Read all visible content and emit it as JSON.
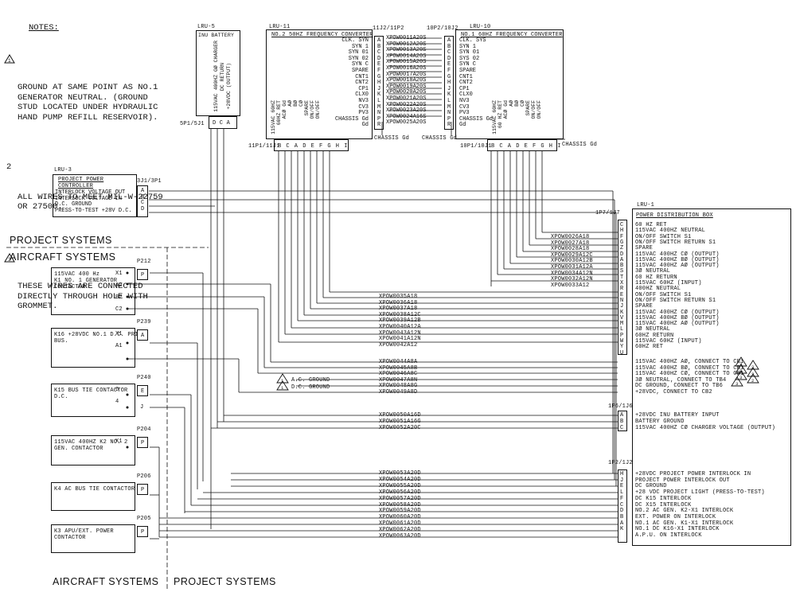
{
  "notes": {
    "title": "NOTES:",
    "items": [
      "GROUND AT SAME POINT AS NO.1\nGENERATOR NEUTRAL. (GROUND\nSTUD LOCATED UNDER HYDRAULIC\nHAND PUMP REFILL RESERVOIR).",
      "ALL WIRES TO MEET MIL-W-22759\nOR 27500.",
      "THESE WIRES ARE CONNECTED\nDIRECTLY THROUGH HOLE WITH\nGROMMET."
    ],
    "markers": [
      "1",
      "2",
      "3"
    ]
  },
  "systems": {
    "project": "PROJECT SYSTEMS",
    "aircraft": "AIRCRAFT SYSTEMS",
    "bottom_aircraft": "AIRCRAFT SYSTEMS",
    "bottom_project": "PROJECT SYSTEMS"
  },
  "lru5": {
    "id": "LRU-5",
    "title": "INU BATTERY",
    "inner": [
      "115VAC 400HZ GØ CHARGER",
      "DC RETURN",
      "+28VDC (OUTPUT)"
    ],
    "conn": "5P1/5J1",
    "pins": "D C A"
  },
  "lru11": {
    "id": "LRU-11",
    "title": "NO.2 50HZ FREQUENCY CONVERTER",
    "conn_top": "11J2/11P2",
    "conn_bot": "11P1/11J1",
    "pins_bot": "B C A D E F G H I",
    "signals": [
      "CLK. SYN",
      "SYN 1",
      "SYN 01",
      "SYN 02",
      "SYN C",
      "SPARE",
      "CNT1",
      "CNT2",
      "CP1",
      "CLX0",
      "NV3",
      "CV3",
      "PV3",
      "CHASSIS Gd",
      "Gd"
    ],
    "pin_letters": [
      "A",
      "B",
      "C",
      "D",
      "E",
      "F",
      "G",
      "H",
      "J",
      "K",
      "L",
      "M",
      "N",
      "P",
      "R"
    ],
    "wires": [
      "XPOW0011A20S",
      "XPOW0012A20S",
      "XPOW0013A20S",
      "XPOW0014A20S",
      "XPOW0015A20S",
      "XPOW0016A20S",
      "XPOW0017A20S",
      "XPOW0018A20S",
      "XPOW0019A20S",
      "XPOW0020A20S",
      "XPOW0021A20S",
      "XPOW0022A20S",
      "XPOW0023A20S",
      "XPOW0024A16S",
      "XPOW0025A20S"
    ],
    "vlabels": [
      "115VAC 60HZ",
      "60HZ RET",
      "ACØ Gd",
      "AØ",
      "BØ",
      "CØ",
      "SPARE",
      "ON/OFF",
      "ON/OFF"
    ],
    "chassis": "CHASSIS Gd"
  },
  "lru10": {
    "id": "LRU-10",
    "title": "NO.1 60HZ FREQUENCY CONVERTER",
    "conn_top": "10P2/10J2",
    "conn_bot": "10P1/10J1",
    "pins_bot": "B C A D E F G H I",
    "signals": [
      "CLK. SYS",
      "SYN 1",
      "SYN 01",
      "SYS 02",
      "SYN C",
      "SPARE",
      "CNT1",
      "CNT2",
      "CP1",
      "CLX0",
      "NV3",
      "CV3",
      "PV3",
      "CHASSIS Gd",
      "Gd"
    ],
    "vlabels": [
      "115VAC 60HZ",
      "60 HZ RET",
      "ACØ Gd",
      "AØ",
      "BØ",
      "CØ",
      "SPARE",
      "ON/OFF",
      "ON/OFF"
    ],
    "chassis": "CHASSIS Gd",
    "chassis_mid": "CHASSIS Gd"
  },
  "lru3": {
    "id": "LRU-3",
    "title": "PROJECT POWER\nCONTROLLER",
    "conn": "3J1/3P1",
    "rows": [
      "INTERLOCK VOLTAGE OUT",
      "INTERLOCK VOLTAGE IN",
      "D.C. GROUND",
      "PRESS-TO-TEST +28V D.C."
    ],
    "pins": [
      "A",
      "B",
      "C",
      "D"
    ]
  },
  "lru1": {
    "id": "LRU-1",
    "title": "POWER DISTRIBUTION BOX",
    "conn7": "1P7/1J7",
    "conn6": "1P6/1J6",
    "conn2": "1P2/1J2",
    "group7": {
      "pins": [
        "C",
        "H",
        "F",
        "G",
        "Z",
        "D",
        "A",
        "B",
        "S",
        "T",
        "X",
        "R",
        "E",
        "N",
        "J",
        "K",
        "V",
        "M",
        "L",
        "P",
        "W",
        "Y",
        "U"
      ],
      "labels": [
        "60 HZ RET",
        "115VAC 400HZ NEUTRAL",
        "ON/OFF SWITCH S1",
        "ON/OFF SWITCH RETURN S1",
        "SPARE",
        "115VAC 400HZ CØ (OUTPUT)",
        "115VAC 400HZ BØ (OUTPUT)",
        "115VAC 400HZ AØ (OUTPUT)",
        "3Ø NEUTRAL",
        "60 HZ RETURN",
        "115VAC 60HZ (INPUT)",
        "400HZ NEUTRAL",
        "ON/OFF SWITCH S1",
        "ON/OFF SWITCH RETURN S1",
        "SPARE",
        "115VAC 400HZ CØ (OUTPUT)",
        "115VAC 400HZ BØ (OUTPUT)",
        "115VAC 400HZ AØ (OUTPUT)",
        "3Ø NEUTRAL",
        "60HZ RETURN",
        "115VAC 60HZ (INPUT)",
        "60HZ RET"
      ],
      "wires": [
        "XPOW0026A18",
        "XPOW0027A18",
        "XPOW0028A18",
        "XPOW0029A12C",
        "XPOW0030A12B",
        "XPOW0031A12A",
        "XPOW0034A12N",
        "XPOW0032A12N",
        "XPOW0033A12"
      ],
      "wires_b": [
        "XPOW0035A18",
        "XPOW0036A18",
        "XPOW0037A18",
        "XPOW0038A12C",
        "XPOW0039A12B",
        "XPOW0040A12A",
        "XPOW0043A12N",
        "XPOW0041A12N",
        "XPOW0042A12"
      ]
    },
    "cb_rows": [
      "115VAC 400HZ AØ, CONNECT TO CB1",
      "115VAC 400HZ BØ, CONNECT TO CB1",
      "115VAC 400HZ CØ, CONNECT TO CB1",
      "3Ø NEUTRAL, CONNECT TO TB4",
      "DC GROUND, CONNECT TO TB6",
      "+28VDC, CONNECT TO CB2"
    ],
    "cb_wires": [
      "XPOW0044A8A",
      "XPOW0045A8B",
      "XPOW0046A8C",
      "XPOW0047A8N",
      "XPOW0048A8G",
      "XPOW0049A8D"
    ],
    "gnd_labels": [
      "A.C. GROUND",
      "D.C. GROUND"
    ],
    "group6": {
      "pins": [
        "A",
        "B",
        "C"
      ],
      "labels": [
        "+28VDC INU BATTERY INPUT",
        "BATTERY GROUND",
        "115VAC 400HZ CØ CHARGER VOLTAGE (OUTPUT)"
      ],
      "wires": [
        "XPOW0050A16D",
        "XPOW0051A16G",
        "XPOW0052A20C"
      ]
    },
    "group2": {
      "pins": [
        "H",
        "J",
        "E",
        "L",
        "F",
        "C",
        "D",
        "B",
        "A",
        "K"
      ],
      "labels": [
        "+28VDC PROJECT POWER INTERLOCK IN",
        "PROJECT POWER INTERLOCK OUT",
        "DC GROUND",
        "+28 VDC PROJECT LIGHT (PRESS-TO-TEST)",
        "DC K15 INTERLOCK",
        "DC X15 INTERLOCK",
        "NO.2 AC GEN. K2-X1 INTERLOCK",
        "EXT. POWER ON INTERLOCK",
        "NO.1 AC GEN. K1-X1 INTERLOCK",
        "NO.1 DC K16-X1 INTERLOCK",
        "A.P.U. ON INTERLOCK"
      ],
      "wires": [
        "XPOW0053A20D",
        "XPOW0054A20D",
        "XPOW0055A20D",
        "XPOW0056A20D",
        "XPOW0057A20D",
        "XPOW0058A20D",
        "XPOW0059A20D",
        "XPOW0060A20D",
        "XPOW0061A20D",
        "XPOW0062A20D",
        "XPOW0063A20D"
      ]
    }
  },
  "aircraft_boxes": [
    {
      "title": "115VAC 400 Hz\nK1 NO. 1 GENERATOR\nCONTACTOR",
      "ref": "P212",
      "pins": [
        "X1",
        "A2",
        "B2",
        "C2"
      ],
      "jack": "P"
    },
    {
      "title": "K16 +28VDC NO.1 D.C. PRI\nBUS.",
      "ref": "P239",
      "pins": [
        "X1",
        "A1"
      ],
      "jack": "A"
    },
    {
      "title": "K15 BUS TIE CONTACTOR\nD.C.",
      "ref": "P240",
      "pins": [
        "6",
        "4"
      ],
      "jack": "E"
    },
    {
      "title": "115VAC 400HZ K2 NO. 2\nGEN. CONTACTOR",
      "ref": "P204",
      "pins": [
        "X1"
      ],
      "jack": "P"
    },
    {
      "title": "K4 AC BUS TIE CONTACTOR",
      "ref": "P206",
      "pins": [],
      "jack": "P"
    },
    {
      "title": "K3 APU/EXT. POWER\nCONTACTOR",
      "ref": "P205",
      "pins": [],
      "jack": "P"
    }
  ],
  "aircraft_wire_labels": [
    "XPOW0035A18",
    "XPOW0036A18",
    "XPOW0037A18",
    "XPOW0038A12C"
  ],
  "aux_j": "J"
}
